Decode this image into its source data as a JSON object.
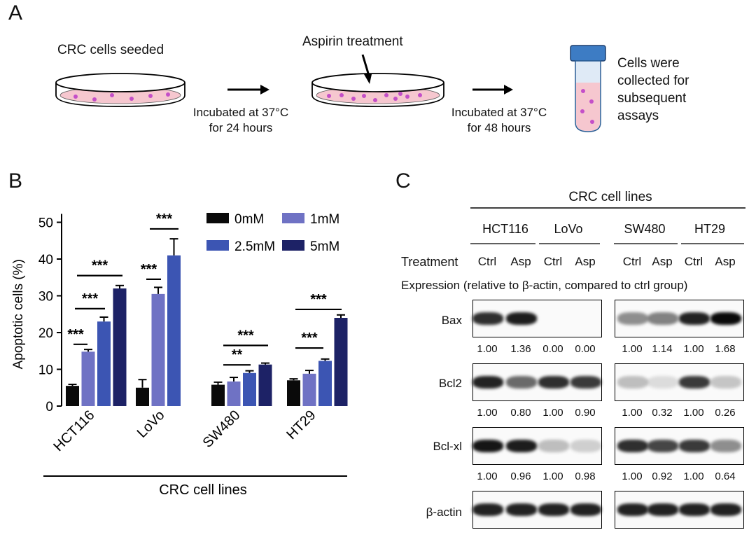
{
  "panel_a": {
    "letter": "A",
    "seeded_label": "CRC cells seeded",
    "treatment_label": "Aspirin treatment",
    "incubation_1": [
      "Incubated at 37°C",
      "for 24 hours"
    ],
    "incubation_2": [
      "Incubated at 37°C",
      "for 48 hours"
    ],
    "collected": [
      "Cells were",
      "collected for",
      "subsequent",
      "assays"
    ]
  },
  "panel_b": {
    "letter": "B",
    "significance": [
      "***",
      "***",
      "***",
      "***",
      "***",
      "***",
      "**",
      "***",
      "***"
    ]
  },
  "chart_data": {
    "type": "bar",
    "ylabel": "Apoptotic cells (%)",
    "xlabel": "CRC cell lines",
    "ylim": [
      0,
      50
    ],
    "yticks": [
      0,
      10,
      20,
      30,
      40,
      50
    ],
    "categories": [
      "HCT116",
      "LoVo",
      "SW480",
      "HT29"
    ],
    "colors": [
      "#0a0a0a",
      "#6f72c4",
      "#3c55b3",
      "#1d2266"
    ],
    "series": [
      {
        "name": "0mM",
        "values": [
          5.5,
          5.0,
          5.8,
          7.0
        ],
        "errors": [
          0.4,
          2.2,
          0.7,
          0.4
        ]
      },
      {
        "name": "1mM",
        "values": [
          14.8,
          30.5,
          6.7,
          8.8
        ],
        "errors": [
          0.6,
          1.8,
          1.1,
          0.9
        ]
      },
      {
        "name": "2.5mM",
        "values": [
          23.0,
          41.0,
          9.0,
          12.3
        ],
        "errors": [
          1.2,
          4.5,
          0.6,
          0.5
        ]
      },
      {
        "name": "5mM",
        "values": [
          32.0,
          null,
          11.3,
          24.0
        ],
        "errors": [
          0.8,
          null,
          0.4,
          0.8
        ]
      }
    ]
  },
  "panel_c": {
    "letter": "C",
    "header": "CRC cell lines",
    "cell_lines": [
      "HCT116",
      "LoVo",
      "SW480",
      "HT29"
    ],
    "treatment_label": "Treatment",
    "treatments": [
      "Ctrl",
      "Asp",
      "Ctrl",
      "Asp",
      "Ctrl",
      "Asp",
      "Ctrl",
      "Asp"
    ],
    "expression_note": "Expression (relative to β-actin, compared to ctrl group)",
    "proteins": [
      {
        "name": "Bax",
        "values": [
          "1.00",
          "1.36",
          "0.00",
          "0.00",
          "1.00",
          "1.14",
          "1.00",
          "1.68"
        ]
      },
      {
        "name": "Bcl2",
        "values": [
          "1.00",
          "0.80",
          "1.00",
          "0.90",
          "1.00",
          "0.32",
          "1.00",
          "0.26"
        ]
      },
      {
        "name": "Bcl-xl",
        "values": [
          "1.00",
          "0.96",
          "1.00",
          "0.98",
          "1.00",
          "0.92",
          "1.00",
          "0.64"
        ]
      },
      {
        "name": "β-actin",
        "values": []
      }
    ]
  }
}
